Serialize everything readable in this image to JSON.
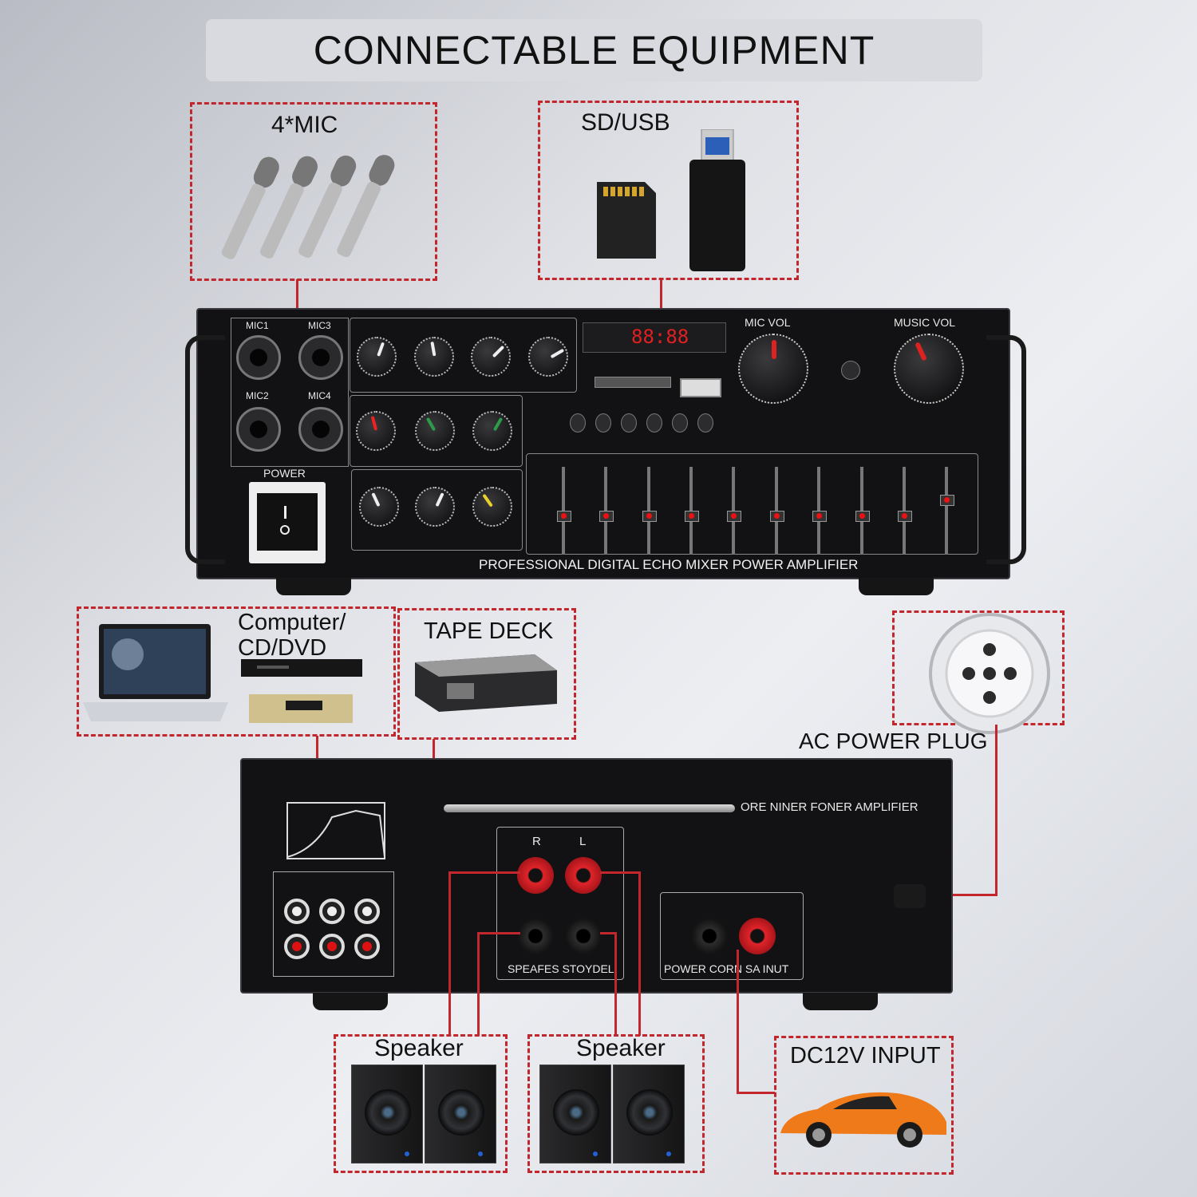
{
  "header": {
    "title": "CONNECTABLE  EQUIPMENT"
  },
  "sources": {
    "mic": "4*MIC",
    "sdusb": "SD/USB",
    "computer": "Computer/\nCD/DVD",
    "computer_line1": "Computer/",
    "computer_line2": "CD/DVD",
    "tape": "TAPE DECK",
    "ac": "AC POWER PLUG",
    "dc": "DC12V INPUT",
    "speaker_left": "Speaker",
    "speaker_right": "Speaker"
  },
  "front_panel": {
    "jack_labels": [
      "MIC1",
      "MIC3",
      "MIC2",
      "MIC4"
    ],
    "power_label": "POWER",
    "mic_vol": "MIC VOL",
    "music_vol": "MUSIC VOL",
    "display": "88:88",
    "footer": "PROFESSIONAL DIGITAL ECHO MIXER POWER AMPLIFIER"
  },
  "rear_panel": {
    "title": "ORE NINER FONER AMPLIFIER",
    "speaker_out": "SPEAFES STOYDEL",
    "power_input": "POWER CORN SA INUT",
    "channel_r": "R",
    "channel_l": "L"
  },
  "colors": {
    "accent": "#c1272d",
    "panel": "#121214"
  }
}
